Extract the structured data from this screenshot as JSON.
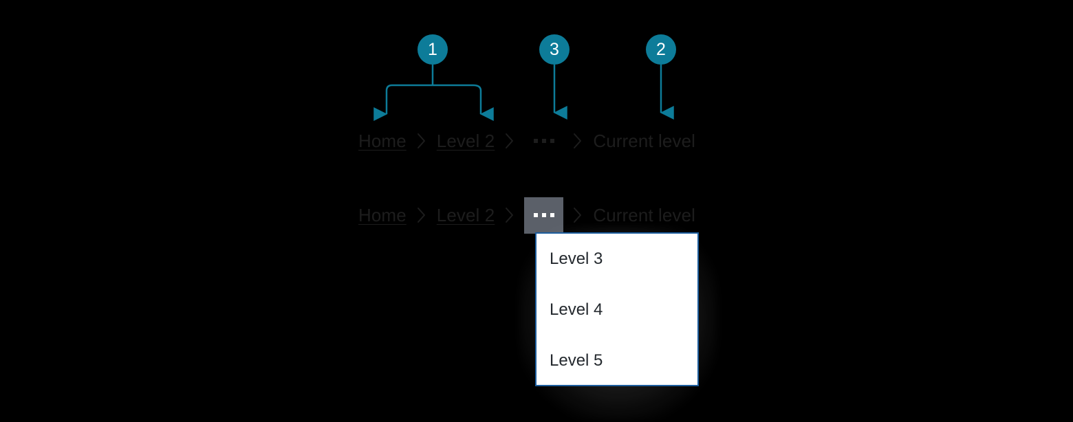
{
  "page": {
    "background_color": "#000000",
    "accent_color": "#0d7c99",
    "text_color": "#1d1d1d",
    "panel_border_color": "#1d5e9e",
    "overflow_active_bg": "#5b6069"
  },
  "annotations": {
    "items": [
      {
        "id": "1",
        "label": "1",
        "target": "breadcrumb-links"
      },
      {
        "id": "3",
        "label": "3",
        "target": "breadcrumb-overflow"
      },
      {
        "id": "2",
        "label": "2",
        "target": "breadcrumb-current-level"
      }
    ]
  },
  "breadcrumb_default": {
    "separator_icon": "chevron-right-icon",
    "overflow_icon": "ellipsis-icon",
    "items": [
      {
        "label": "Home",
        "type": "link"
      },
      {
        "label": "Level 2",
        "type": "link"
      },
      {
        "label": "...",
        "type": "overflow"
      },
      {
        "label": "Current level",
        "type": "current"
      }
    ]
  },
  "breadcrumb_expanded": {
    "separator_icon": "chevron-right-icon",
    "overflow_icon": "ellipsis-icon",
    "items": [
      {
        "label": "Home",
        "type": "link"
      },
      {
        "label": "Level 2",
        "type": "link"
      },
      {
        "label": "...",
        "type": "overflow"
      },
      {
        "label": "Current level",
        "type": "current"
      }
    ],
    "flyout": {
      "items": [
        {
          "label": "Level 3"
        },
        {
          "label": "Level 4"
        },
        {
          "label": "Level 5"
        }
      ]
    }
  }
}
